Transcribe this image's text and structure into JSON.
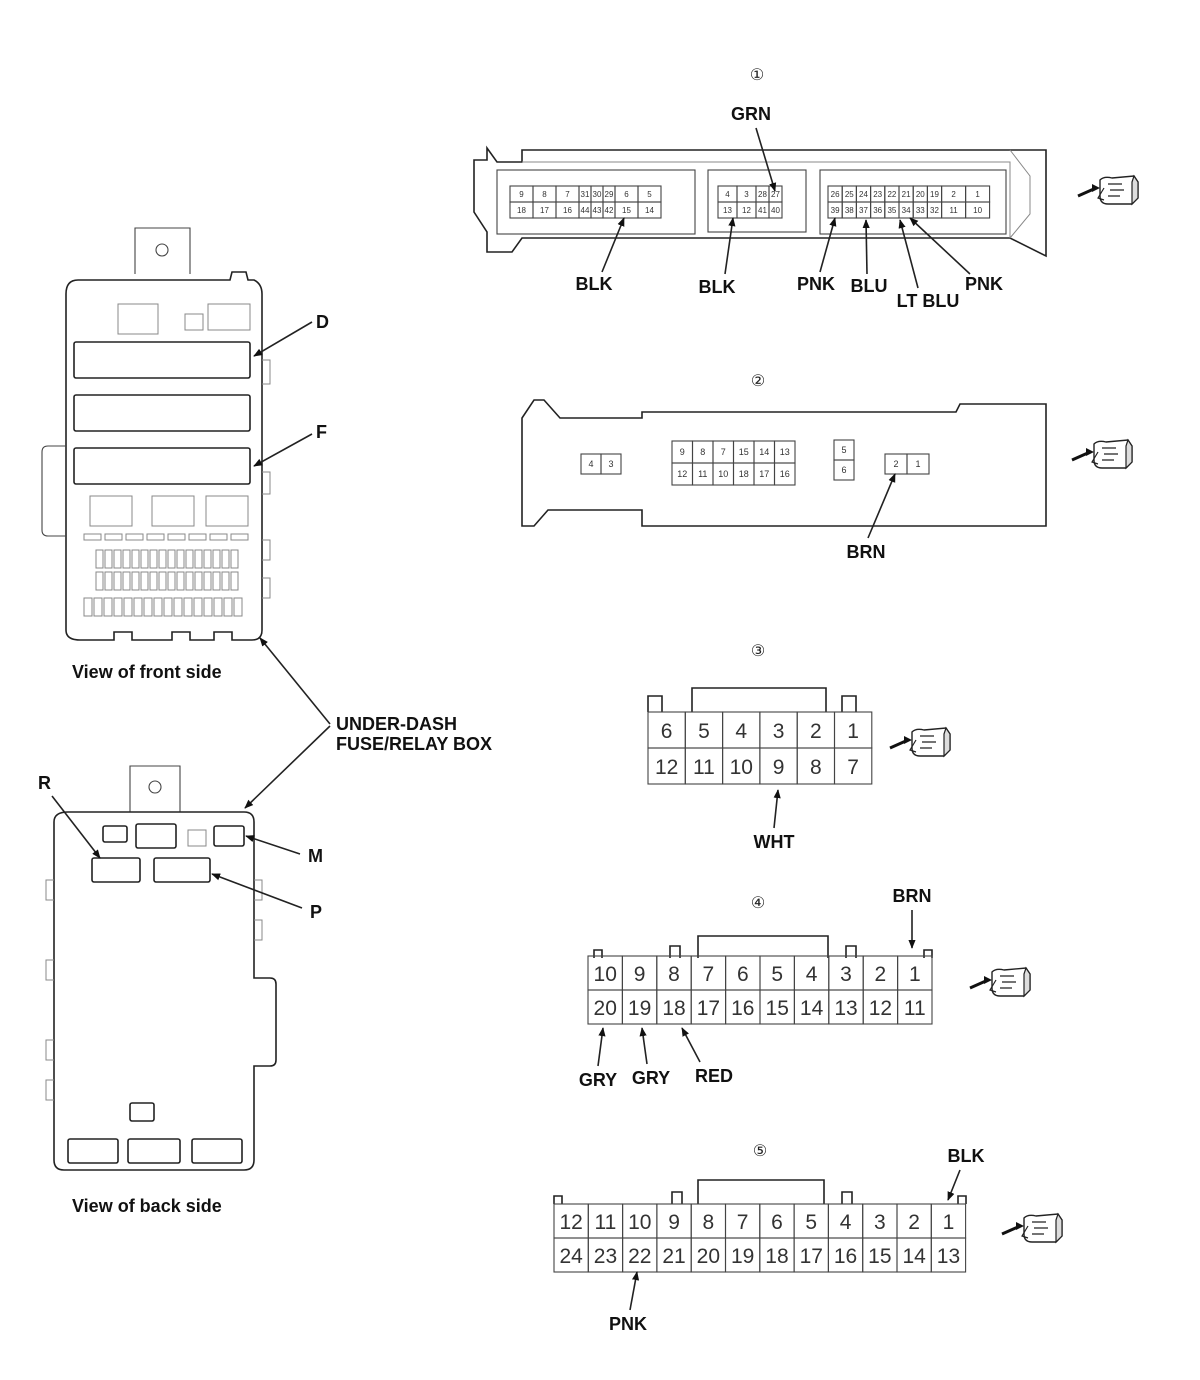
{
  "labels": {
    "view_front": "View of front side",
    "view_back": "View of back side",
    "box_line1": "UNDER-DASH",
    "box_line2": "FUSE/RELAY BOX",
    "D": "D",
    "F": "F",
    "R": "R",
    "M": "M",
    "P": "P"
  },
  "connectors": [
    {
      "num": "①",
      "blocks": [
        {
          "top": [
            "9",
            "8",
            "7",
            "31",
            "30",
            "29",
            "6",
            "5"
          ],
          "bottom": [
            "18",
            "17",
            "16",
            "44",
            "43",
            "42",
            "15",
            "14"
          ]
        },
        {
          "top": [
            "4",
            "3",
            "28",
            "27"
          ],
          "bottom": [
            "13",
            "12",
            "41",
            "40"
          ]
        },
        {
          "top": [
            "26",
            "25",
            "24",
            "23",
            "22",
            "21",
            "20",
            "19",
            "2",
            "1"
          ],
          "bottom": [
            "39",
            "38",
            "37",
            "36",
            "35",
            "34",
            "33",
            "32",
            "11",
            "10"
          ]
        }
      ],
      "wires": [
        "GRN",
        "BLK",
        "BLK",
        "PNK",
        "BLU",
        "LT BLU",
        "PNK"
      ]
    },
    {
      "num": "②",
      "blocks": [
        {
          "top": [
            "4",
            "3"
          ]
        },
        {
          "top": [
            "9",
            "8",
            "7",
            "15",
            "14",
            "13"
          ],
          "bottom": [
            "12",
            "11",
            "10",
            "18",
            "17",
            "16"
          ]
        },
        {
          "top": [
            "5"
          ],
          "bottom": [
            "6"
          ]
        },
        {
          "top": [
            "2",
            "1"
          ]
        }
      ],
      "wires": [
        "BRN"
      ]
    },
    {
      "num": "③",
      "top": [
        "6",
        "5",
        "4",
        "3",
        "2",
        "1"
      ],
      "bottom": [
        "12",
        "11",
        "10",
        "9",
        "8",
        "7"
      ],
      "wires": [
        "WHT"
      ]
    },
    {
      "num": "④",
      "top": [
        "10",
        "9",
        "8",
        "7",
        "6",
        "5",
        "4",
        "3",
        "2",
        "1"
      ],
      "bottom": [
        "20",
        "19",
        "18",
        "17",
        "16",
        "15",
        "14",
        "13",
        "12",
        "11"
      ],
      "wires": [
        "BRN",
        "GRY",
        "GRY",
        "RED"
      ]
    },
    {
      "num": "⑤",
      "top": [
        "12",
        "11",
        "10",
        "9",
        "8",
        "7",
        "6",
        "5",
        "4",
        "3",
        "2",
        "1"
      ],
      "bottom": [
        "24",
        "23",
        "22",
        "21",
        "20",
        "19",
        "18",
        "17",
        "16",
        "15",
        "14",
        "13"
      ],
      "wires": [
        "BLK",
        "PNK"
      ]
    }
  ]
}
